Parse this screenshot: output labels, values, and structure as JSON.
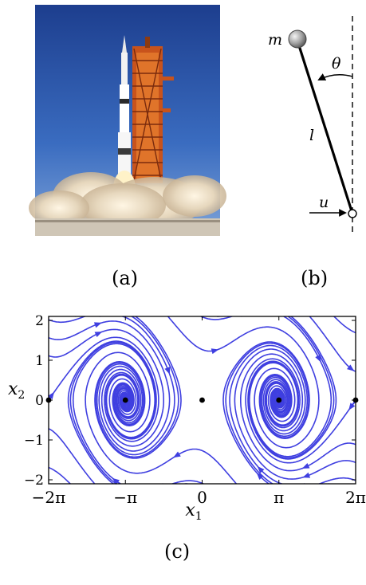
{
  "labels": {
    "a": "(a)",
    "b": "(b)",
    "c": "(c)"
  },
  "pendulum": {
    "mass": "m",
    "length": "l",
    "angle": "θ",
    "input": "u"
  },
  "chart_data": {
    "type": "phase-portrait",
    "xlabel": "x",
    "xlabel_sub": "1",
    "ylabel": "x",
    "ylabel_sub": "2",
    "xlim": [
      -6.2832,
      6.2832
    ],
    "ylim": [
      -2.1,
      2.1
    ],
    "x_tick_values": [
      -6.2832,
      -3.1416,
      0,
      3.1416,
      6.2832
    ],
    "x_tick_labels": [
      "−2π",
      "−π",
      "0",
      "π",
      "2π"
    ],
    "y_tick_values": [
      2,
      1,
      0,
      -1,
      -2
    ],
    "y_tick_labels": [
      "2",
      "1",
      "0",
      "−1",
      "−2"
    ],
    "equilibria": [
      {
        "x": -6.2832,
        "y": 0
      },
      {
        "x": -3.1416,
        "y": 0
      },
      {
        "x": 0,
        "y": 0
      },
      {
        "x": 3.1416,
        "y": 0
      },
      {
        "x": 6.2832,
        "y": 0
      }
    ],
    "curve_color": "#3f3fe0"
  }
}
